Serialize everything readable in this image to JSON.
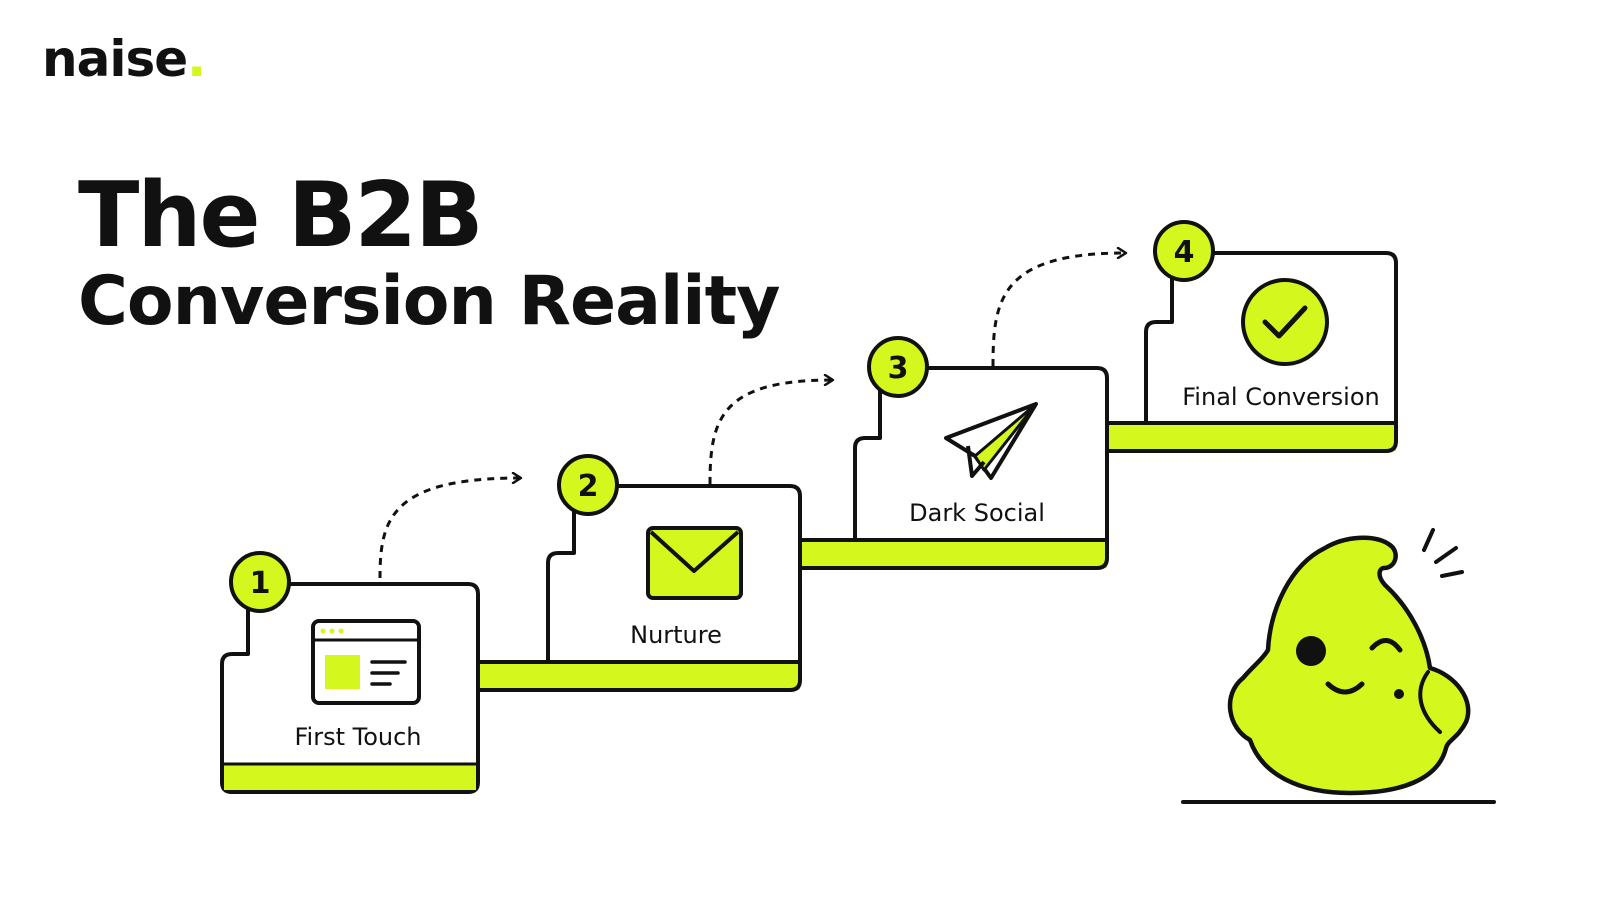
{
  "brand": {
    "name": "naise",
    "dot": "."
  },
  "title": {
    "line1": "The B2B",
    "line2": "Conversion Reality"
  },
  "steps": [
    {
      "number": "1",
      "label": "First Touch",
      "icon": "browser-window-icon"
    },
    {
      "number": "2",
      "label": "Nurture",
      "icon": "envelope-icon"
    },
    {
      "number": "3",
      "label": "Dark Social",
      "icon": "paper-plane-icon"
    },
    {
      "number": "4",
      "label": "Final Conversion",
      "icon": "check-circle-icon"
    }
  ],
  "colors": {
    "accent": "#d4f71e",
    "ink": "#111111",
    "background": "#ffffff"
  },
  "mascot": {
    "icon": "winking-blob-mascot"
  }
}
